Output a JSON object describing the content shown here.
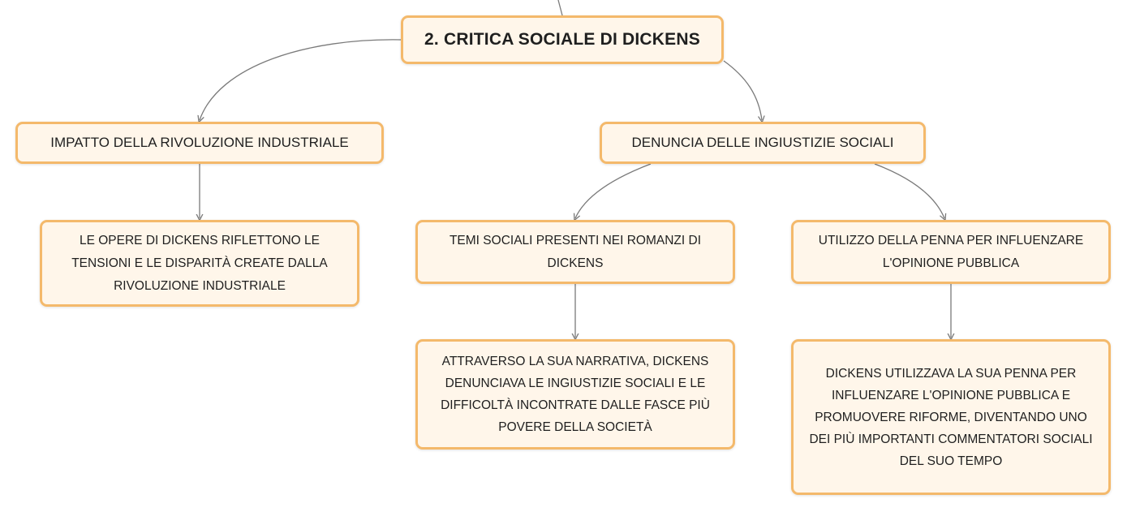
{
  "map": {
    "root": "2. CRITICA SOCIALE DI DICKENS",
    "impact": "IMPATTO DELLA RIVOLUZIONE INDUSTRIALE",
    "denuncia": "DENUNCIA DELLE INGIUSTIZIE SOCIALI",
    "opere": "LE OPERE DI DICKENS RIFLETTONO LE TENSIONI E LE DISPARITÀ CREATE DALLA RIVOLUZIONE INDUSTRIALE",
    "temi": "TEMI SOCIALI PRESENTI NEI ROMANZI DI DICKENS",
    "utilizzo": "UTILIZZO DELLA PENNA PER INFLUENZARE L'OPINIONE PUBBLICA",
    "attraverso": "ATTRAVERSO LA SUA NARRATIVA, DICKENS DENUNCIAVA LE INGIUSTIZIE SOCIALI E LE DIFFICOLTÀ INCONTRATE DALLE FASCE PIÙ POVERE DELLA SOCIETÀ",
    "dickens_penna": "DICKENS UTILIZZAVA LA SUA PENNA PER INFLUENZARE L'OPINIONE PUBBLICA E PROMUOVERE RIFORME, DIVENTANDO UNO DEI PIÙ IMPORTANTI COMMENTATORI SOCIALI DEL SUO TEMPO"
  },
  "colors": {
    "node_fill": "#fff6ea",
    "node_border": "#f4b96b",
    "connector": "#7a7a7a",
    "text": "#1f1f1f"
  }
}
